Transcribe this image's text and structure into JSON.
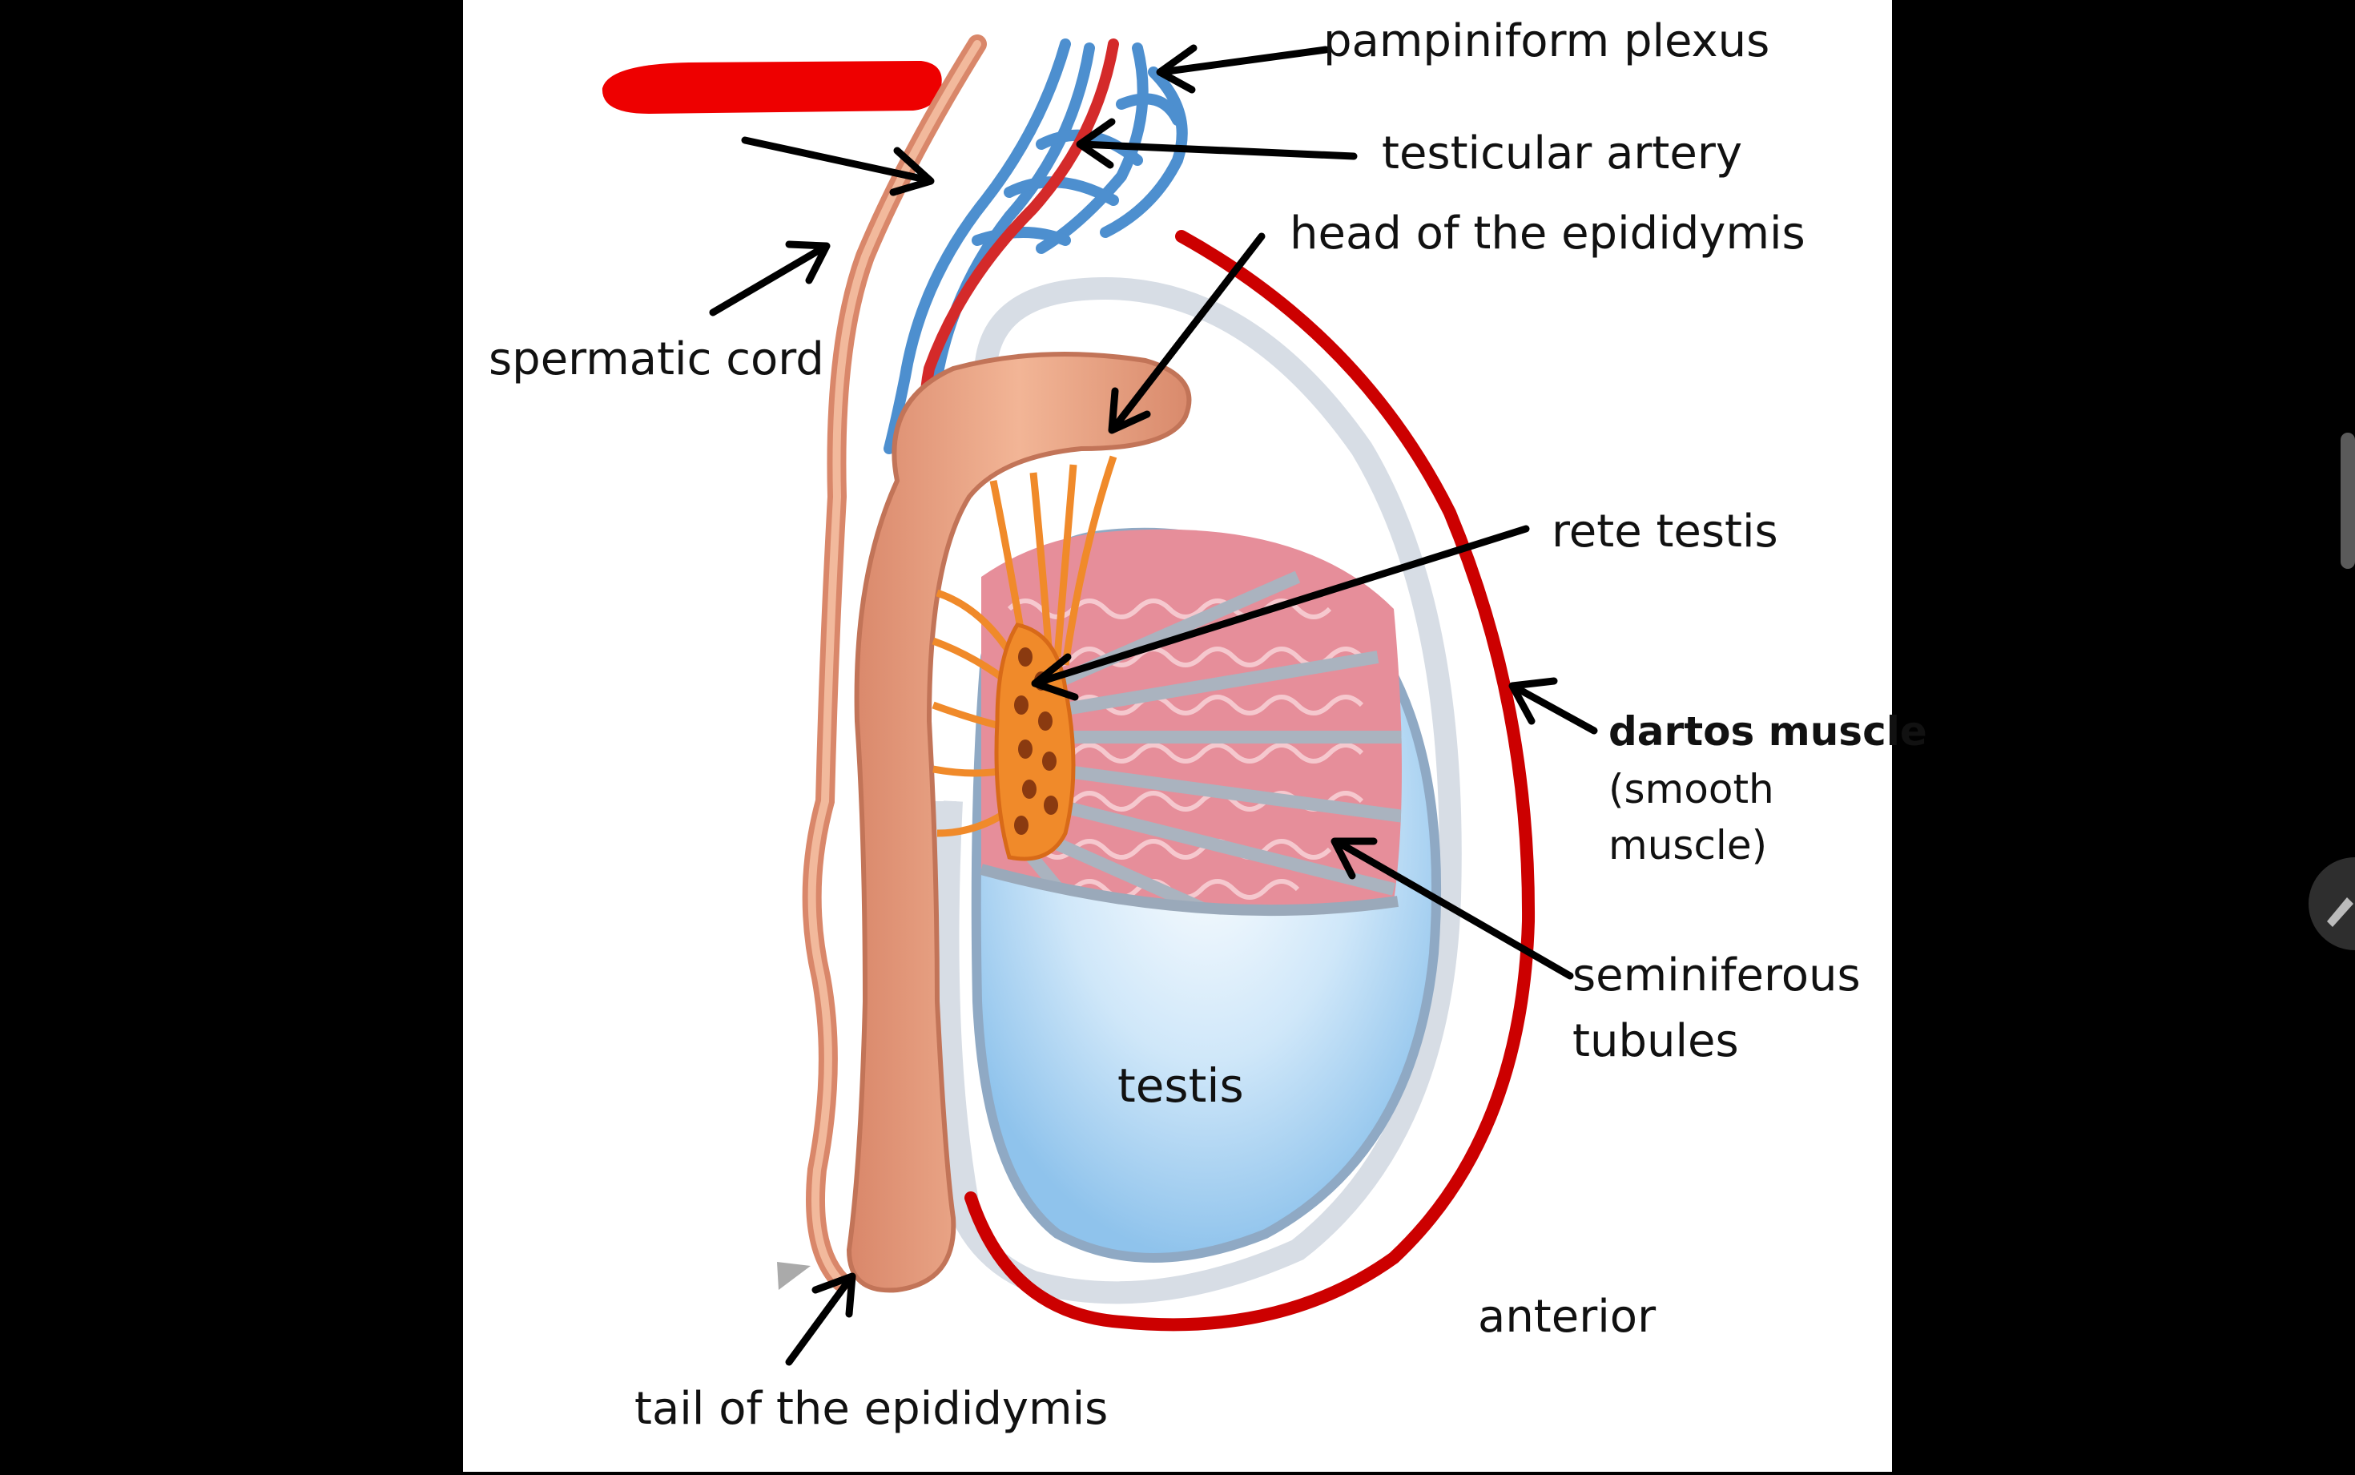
{
  "labels": {
    "pampiniform_plexus": "pampiniform plexus",
    "testicular_artery": "testicular artery",
    "head_epididymis": "head of the epididymis",
    "spermatic_cord": "spermatic cord",
    "rete_testis": "rete testis",
    "dartos_muscle": "dartos muscle",
    "dartos_sub_1": "(smooth",
    "dartos_sub_2": "muscle)",
    "seminiferous_1": "seminiferous",
    "seminiferous_2": "tubules",
    "testis": "testis",
    "anterior": "anterior",
    "tail_epididymis": "tail of the epididymis"
  },
  "colors": {
    "background": "#000000",
    "panel": "#ffffff",
    "redaction": "#ee0000",
    "dartos_outline": "#cc0000",
    "epididymis": "#eaa07e",
    "artery": "#d42a2a",
    "vein": "#4d8fcf",
    "rete": "#f08a2a",
    "tubules": "#e58f9a",
    "testis_fill": "#b9dcf6",
    "tunica": "#d5dbe3",
    "arrow": "#000000"
  },
  "icons": {
    "edit": "pencil-icon"
  }
}
